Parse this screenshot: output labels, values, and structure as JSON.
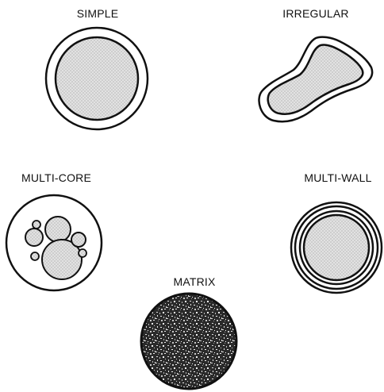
{
  "labels": {
    "simple": "SIMPLE",
    "irregular": "IRREGULAR",
    "multi_core": "MULTI-CORE",
    "multi_wall": "MULTI-WALL",
    "matrix": "MATRIX"
  },
  "colors": {
    "ink": "#111111",
    "core_fill": "#d9d9d9",
    "matrix_dark": "#1a1a1a",
    "background": "#ffffff"
  }
}
